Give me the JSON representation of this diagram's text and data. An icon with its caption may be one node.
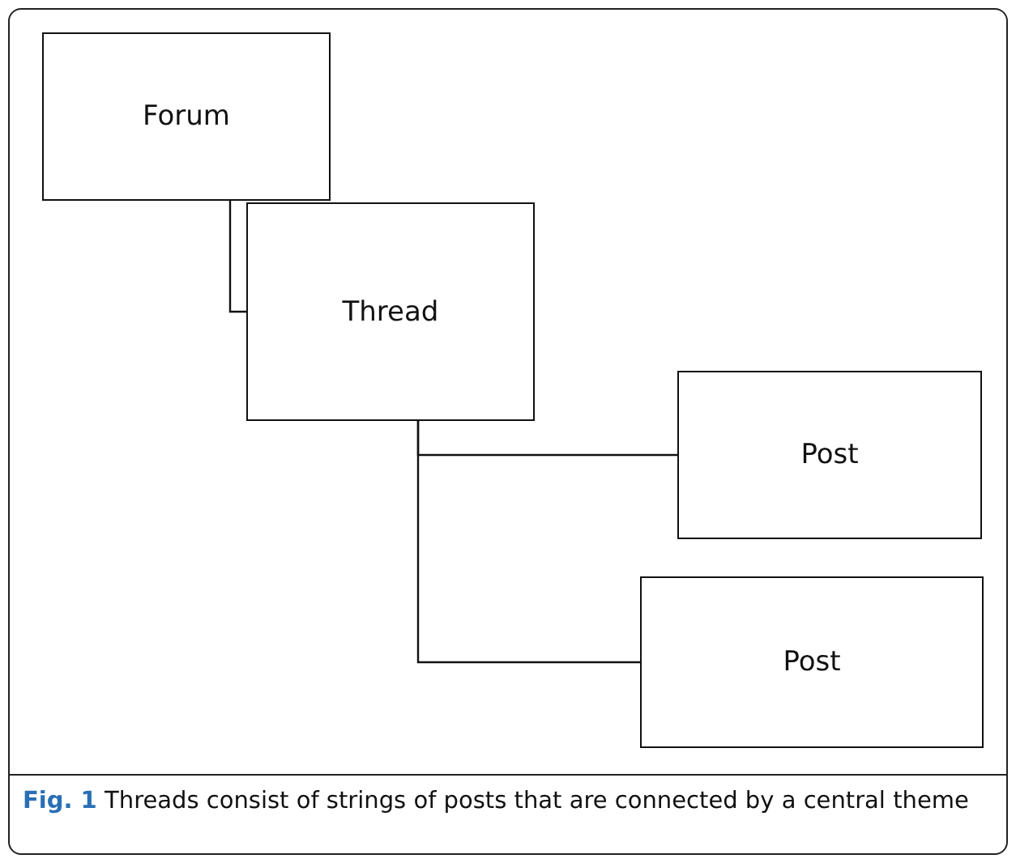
{
  "diagram": {
    "caption": "**Fig. 1** Threads consist of strings of posts that are connected by a central theme",
    "nodes": [
      {
        "text": [
          "Forum"
        ]
      },
      {
        "text": [
          "Thread"
        ]
      },
      {
        "text": [
          "Post"
        ]
      },
      {
        "text": [
          "Post"
        ]
      }
    ],
    "edges": [
      {
        "from": 0,
        "to": 1,
        "arrow": "none"
      },
      {
        "from": 1,
        "to": 2,
        "arrow": "none"
      },
      {
        "from": 1,
        "to": 3,
        "arrow": "none"
      }
    ]
  }
}
